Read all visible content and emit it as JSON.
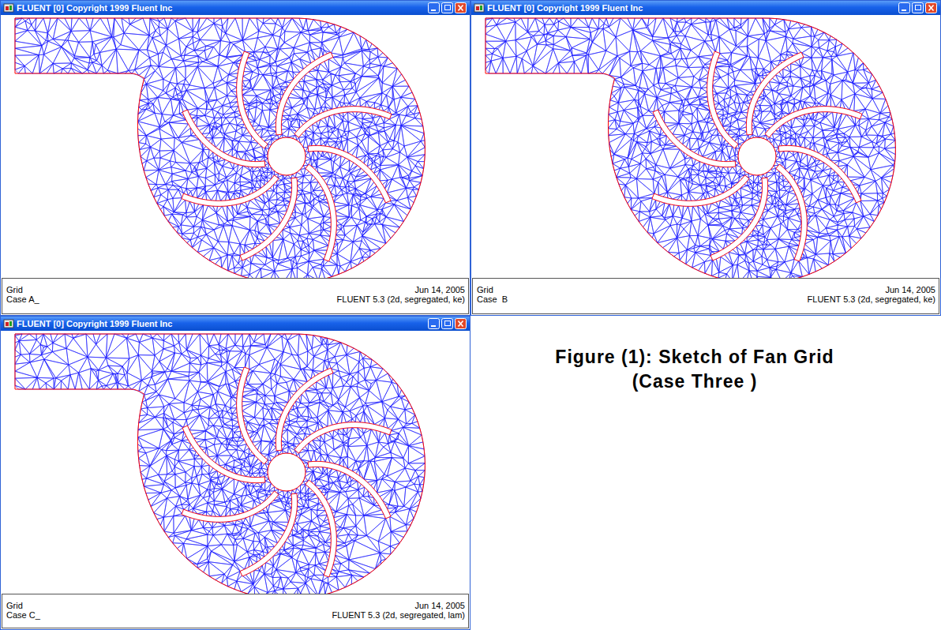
{
  "diagram": {
    "caption": "Figure (1): Sketch of Fan Grid (Case Three )",
    "nodes": [
      {
        "text": [
          "FLUENT [0] Copyright 1999 Fluent Inc"
        ]
      },
      {
        "text": [
          "Grid",
          "Case A_",
          "Jun 14, 2005",
          "FLUENT 5.3 (2d, segregated, ke)"
        ],
        "in": 0
      },
      {
        "text": [
          "FLUENT [0] Copyright 1999 Fluent Inc"
        ]
      },
      {
        "text": [
          "Grid",
          "Case  B",
          "Jun 14, 2005",
          "FLUENT 5.3 (2d, segregated, ke)"
        ],
        "in": 2
      },
      {
        "text": [
          "FLUENT [0] Copyright 1999 Fluent Inc"
        ]
      },
      {
        "text": [
          "Grid",
          "Case C_",
          "Jun 14, 2005",
          "FLUENT 5.3 (2d, segregated, lam)"
        ],
        "in": 4
      }
    ]
  }
}
